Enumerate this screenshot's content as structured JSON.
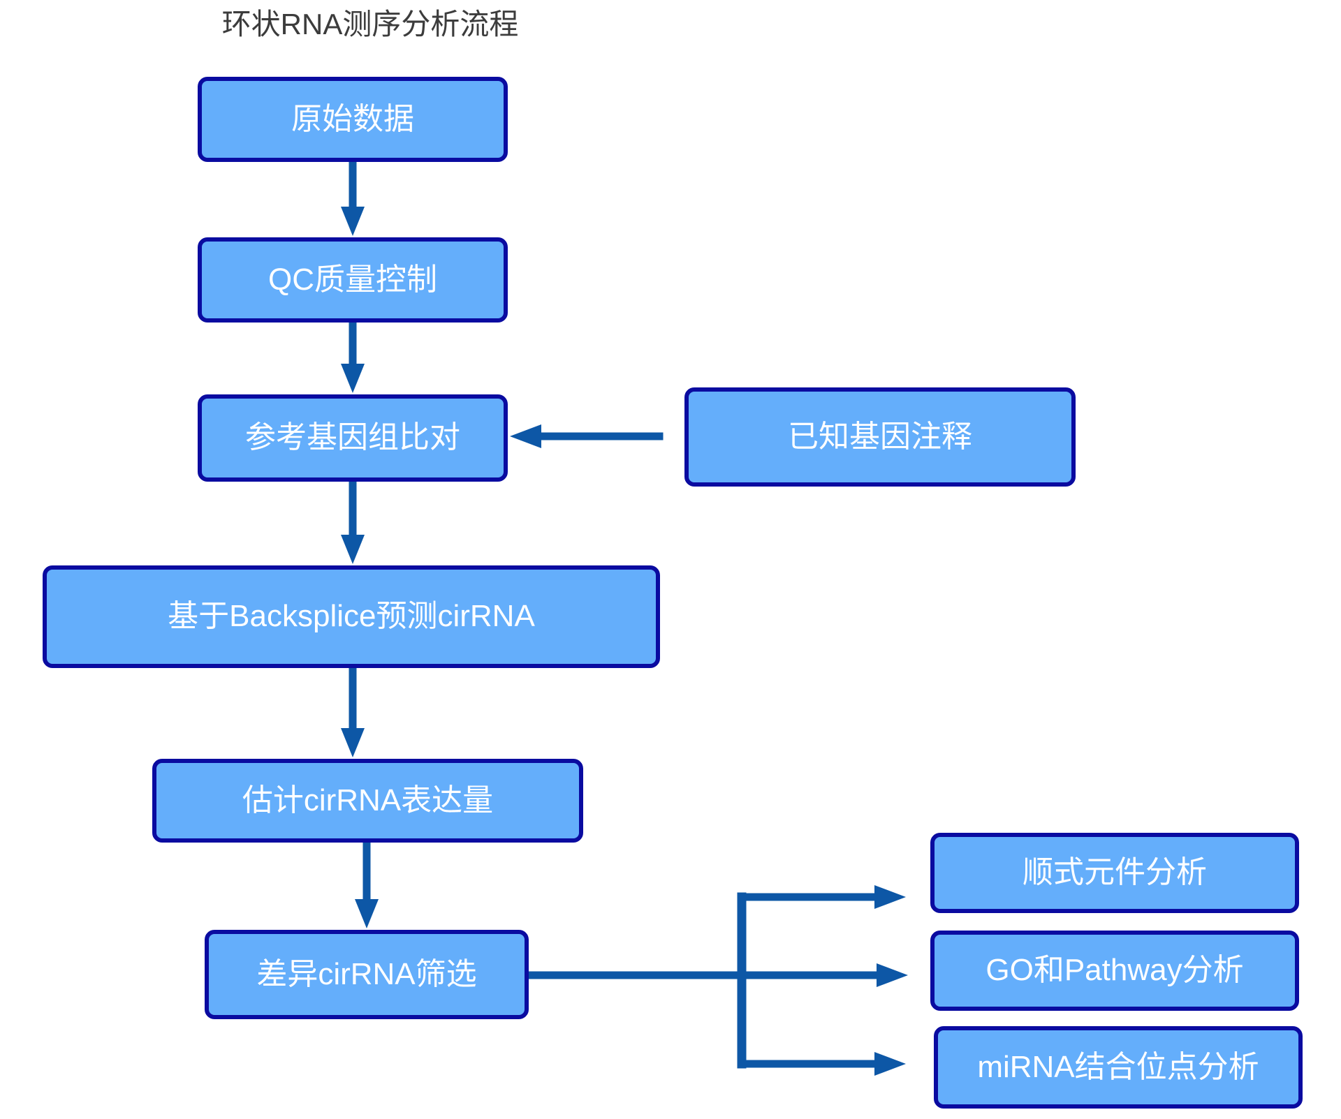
{
  "title": "环状RNA测序分析流程",
  "colors": {
    "node_fill": "#64aefb",
    "node_border": "#0a0ba0",
    "node_text": "#ffffff",
    "arrow": "#0d57a6",
    "title_text": "#3c3c3c"
  },
  "nodes": {
    "raw": {
      "label": "原始数据"
    },
    "qc": {
      "label": "QC质量控制"
    },
    "align": {
      "label": "参考基因组比对"
    },
    "annotation": {
      "label": "已知基因注释"
    },
    "backsplice": {
      "label": "基于Backsplice预测cirRNA"
    },
    "expression": {
      "label": "估计cirRNA表达量"
    },
    "diff": {
      "label": "差异cirRNA筛选"
    },
    "cis": {
      "label": "顺式元件分析"
    },
    "go_pathway": {
      "label": "GO和Pathway分析"
    },
    "mirna": {
      "label": "miRNA结合位点分析"
    }
  },
  "edges": [
    {
      "from": "原始数据",
      "to": "QC质量控制"
    },
    {
      "from": "QC质量控制",
      "to": "参考基因组比对"
    },
    {
      "from": "已知基因注释",
      "to": "参考基因组比对"
    },
    {
      "from": "参考基因组比对",
      "to": "基于Backsplice预测cirRNA"
    },
    {
      "from": "基于Backsplice预测cirRNA",
      "to": "估计cirRNA表达量"
    },
    {
      "from": "估计cirRNA表达量",
      "to": "差异cirRNA筛选"
    },
    {
      "from": "差异cirRNA筛选",
      "to": "顺式元件分析"
    },
    {
      "from": "差异cirRNA筛选",
      "to": "GO和Pathway分析"
    },
    {
      "from": "差异cirRNA筛选",
      "to": "miRNA结合位点分析"
    }
  ]
}
